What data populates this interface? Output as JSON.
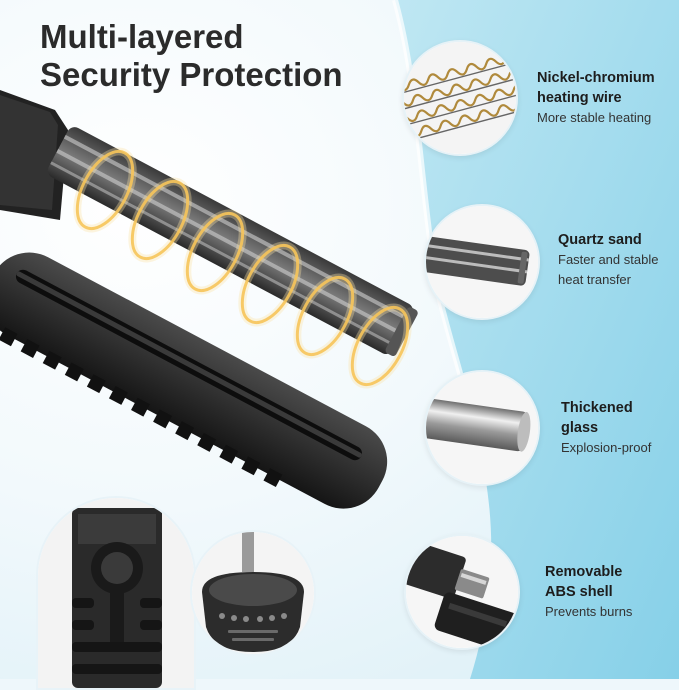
{
  "title": {
    "line1": "Multi-layered",
    "line2": "Security Protection"
  },
  "features": [
    {
      "title": [
        "Nickel-chromium",
        "heating wire"
      ],
      "subtitle": [
        "More stable heating"
      ]
    },
    {
      "title": [
        "Quartz sand"
      ],
      "subtitle": [
        "Faster and stable",
        "heat transfer"
      ]
    },
    {
      "title": [
        "Thickened",
        "glass"
      ],
      "subtitle": [
        "Explosion-proof"
      ]
    },
    {
      "title": [
        "Removable",
        "ABS shell"
      ],
      "subtitle": [
        "Prevents burns"
      ]
    }
  ],
  "colors": {
    "accent_blue": "#8fd3ea",
    "heat_glow": "#f6b633",
    "text_dark": "#2b2b2b"
  }
}
